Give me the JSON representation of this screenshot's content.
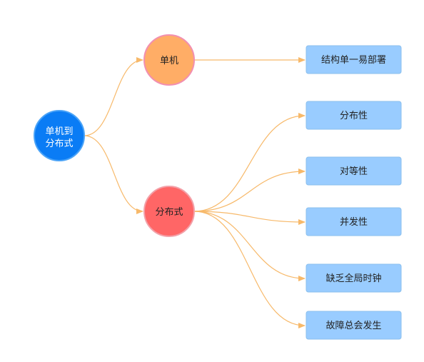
{
  "diagram": {
    "root": {
      "lines": [
        "单机到",
        "分布式"
      ],
      "color": "#0a7cf5",
      "border": "#4aa3f7"
    },
    "branches": [
      {
        "label": "单机",
        "color": "#ffad66",
        "border": "#f28fb0",
        "children": [
          "结构单一易部署"
        ]
      },
      {
        "label": "分布式",
        "color": "#ff6666",
        "border": "#f3a0a8",
        "children": [
          "分布性",
          "对等性",
          "并发性",
          "缺乏全局时钟",
          "故障总会发生"
        ]
      }
    ],
    "leaf_color": "#99ccff",
    "leaf_border": "#8bbfed",
    "edge_color": "#f7b96a"
  }
}
